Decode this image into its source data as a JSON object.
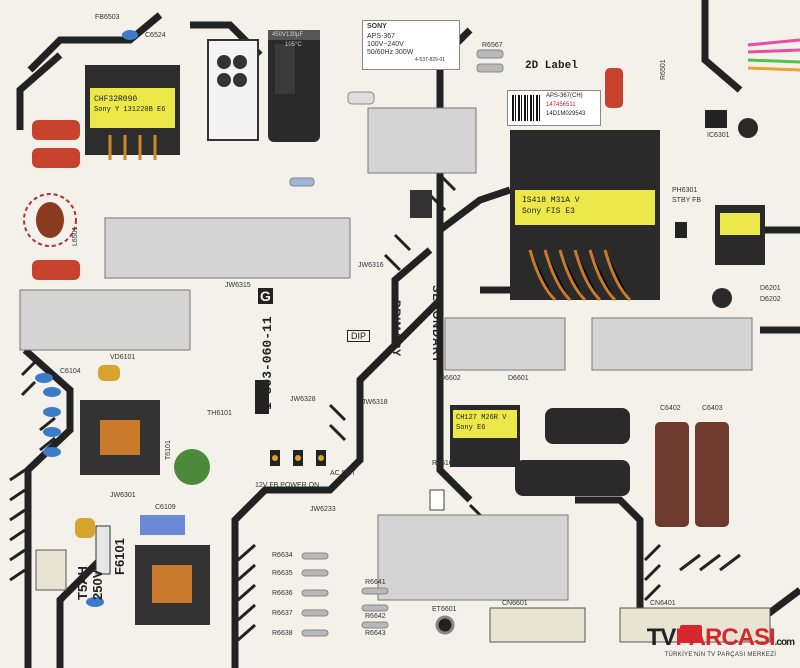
{
  "board": {
    "colors": {
      "pcb": "#f3f1ea",
      "trace": "#222222",
      "heatsink": "#d4d4d4",
      "transformer_tape": "#e8e84a",
      "capacitor_dark": "#2a2a2a",
      "capacitor_brown": "#6e3b2e",
      "resistor": "#b8b8b8",
      "film_cap": "#c8432e",
      "watermark_red": "#d6282c"
    },
    "labels": {
      "sony_top": "SONY",
      "sticker_model": "APS-367",
      "sticker_voltage": "100V~240V",
      "sticker_freq_power": "50/60Hz 300W",
      "sticker_partno": "4-537-829-01",
      "two_d_label": "2D Label",
      "barcode_model": "APS-367(CH)",
      "barcode_serial": "147456511",
      "barcode_date": "14D1M029543",
      "transformer_left_1": "CHF32R090",
      "transformer_left_2": "Sony Y 131220B E6",
      "transformer_main_1": "IS418 M31A V",
      "transformer_main_2": "Sony FIS E3",
      "transformer_mid_1": "CH127 M26R V",
      "transformer_mid_2": "Sony E6",
      "board_number": "1-893-060-11",
      "g_mark": "G",
      "dip": "DIP",
      "primary": "PRIMARY",
      "secondary": "SECONDARY",
      "fuse_ref": "F6101",
      "fuse_rating_1": "T5AH",
      "fuse_rating_2": "250V",
      "cap_rating_top_1": "450V130µF",
      "cap_rating_top_2": "105°C",
      "stby_fb": "STBY FB",
      "ac_det": "AC DET",
      "power_on": "12V FB POWER ON",
      "ref_r6567": "R6567",
      "ref_r6501": "R6501",
      "ref_d6602": "D6602",
      "ref_d6601": "D6601",
      "ref_c6402": "C6402",
      "ref_c6403": "C6403",
      "ref_cn6601": "CN6601",
      "ref_cn6401": "CN6401",
      "ref_et6601": "ET6601",
      "ref_r6616": "R6616",
      "ref_ph6301": "PH6301",
      "ref_t6101": "T6101",
      "ref_c6104": "C6104",
      "ref_vd6101": "VD6101",
      "ref_th6101": "TH6101",
      "ref_c6109": "C6109",
      "ref_jw6301": "JW6301",
      "ref_jw6315": "JW6315",
      "ref_jw6316": "JW6316",
      "ref_jw6318": "JW6318",
      "ref_jw6328": "JW6328",
      "ref_jw6233": "JW6233",
      "ref_r6634": "R6634",
      "ref_r6635": "R6635",
      "ref_r6636": "R6636",
      "ref_r6637": "R6637",
      "ref_r6638": "R6638",
      "ref_r6641": "R6641",
      "ref_r6642": "R6642",
      "ref_r6643": "R6643",
      "ref_c6524": "C6524",
      "ref_fb6503": "FB6503",
      "ref_l6501": "L6501",
      "ref_ic6301": "IC6301",
      "ref_d6201": "D6201",
      "ref_d6202": "D6202"
    },
    "watermark": {
      "brand_a": "TV",
      "brand_b": "PARCASI",
      "brand_c": ".com",
      "tagline": "TÜRKİYE'NİN TV PARÇASI MERKEZİ"
    }
  }
}
